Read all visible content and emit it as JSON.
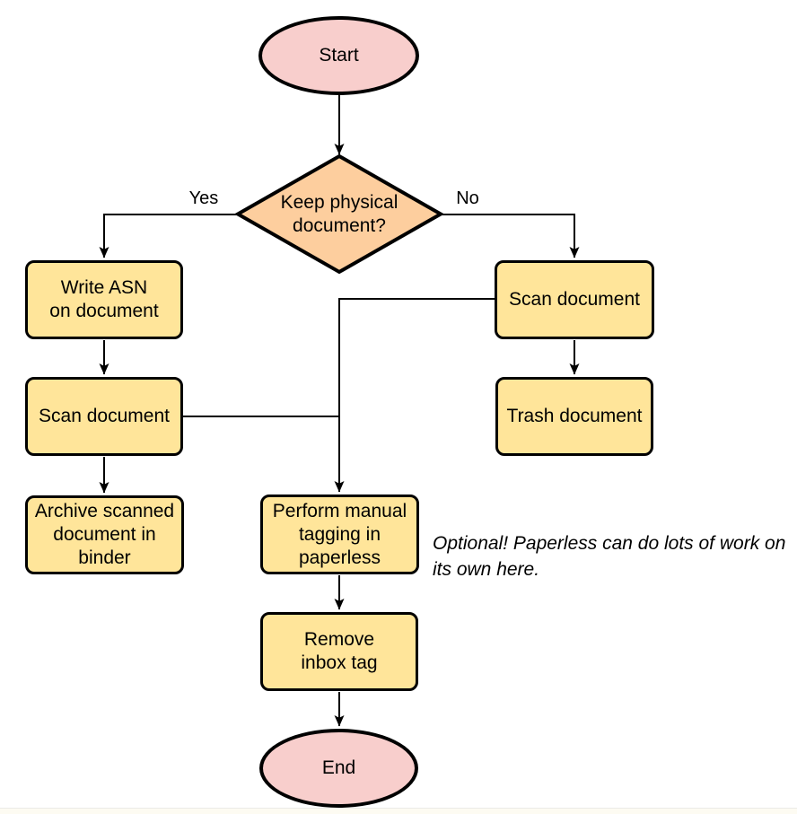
{
  "diagram": {
    "background": "#ffffff",
    "colors": {
      "terminal_fill": "#f8cecc",
      "decision_fill": "#fdce9e",
      "process_fill": "#ffe59a",
      "stroke": "#000000"
    },
    "nodes": {
      "start": {
        "label": "Start",
        "shape": "ellipse"
      },
      "decision": {
        "label": "Keep physical\ndocument?",
        "shape": "diamond"
      },
      "write_asn": {
        "label": "Write ASN\non document",
        "shape": "rounded-rect"
      },
      "scan_left": {
        "label": "Scan document",
        "shape": "rounded-rect"
      },
      "archive": {
        "label": "Archive scanned\ndocument in\nbinder",
        "shape": "rounded-rect"
      },
      "scan_right": {
        "label": "Scan document",
        "shape": "rounded-rect"
      },
      "trash": {
        "label": "Trash document",
        "shape": "rounded-rect"
      },
      "manual_tagging": {
        "label": "Perform manual\ntagging in\npaperless",
        "shape": "rounded-rect"
      },
      "remove_inbox_tag": {
        "label": "Remove\ninbox tag",
        "shape": "rounded-rect"
      },
      "end": {
        "label": "End",
        "shape": "ellipse"
      }
    },
    "edge_labels": {
      "yes": "Yes",
      "no": "No"
    },
    "annotation": {
      "text": "Optional! Paperless can do lots of work on\nits own here."
    }
  }
}
